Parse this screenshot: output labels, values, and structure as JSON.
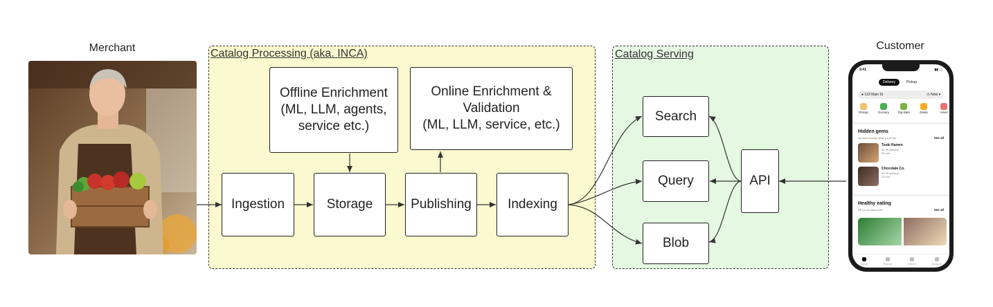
{
  "actors": {
    "merchant_label": "Merchant",
    "customer_label": "Customer"
  },
  "groups": {
    "processing_title": "Catalog Processing (aka. INCA)",
    "serving_title": "Catalog Serving"
  },
  "nodes": {
    "offline": "Offline Enrichment\n(ML, LLM, agents,\nservice etc.)",
    "online": "Online Enrichment &\nValidation\n(ML, LLM, service, etc.)",
    "ingestion": "Ingestion",
    "storage": "Storage",
    "publishing": "Publishing",
    "indexing": "Indexing",
    "search": "Search",
    "query": "Query",
    "blob": "Blob",
    "api": "API"
  },
  "phone": {
    "time": "9:41",
    "tabs": [
      "Delivery",
      "Pickup"
    ],
    "address": "123 Main St",
    "when": "Now",
    "categories": [
      "Pickup",
      "Grocery",
      "Top Eats",
      "Deals",
      "Amer"
    ],
    "section1_title": "Hidden gems",
    "section1_sub": "Up-and-coming spots you'll like",
    "see_all": "See all",
    "item1_name": "Tsuki Ramen",
    "item1_fee": "$2.99 delivery",
    "item1_time": "25 min",
    "item2_name": "Chocolate Co.",
    "item2_fee": "$1.99 delivery",
    "item2_time": "20 min",
    "section2_title": "Healthy eating",
    "section2_sub": "Fill up on fresh food",
    "nav": [
      "Home",
      "Search",
      "Orders",
      "Account"
    ]
  },
  "colors": {
    "processing_fill": "#fbf9cf",
    "serving_fill": "#e5f8e2",
    "stroke": "#333333"
  }
}
